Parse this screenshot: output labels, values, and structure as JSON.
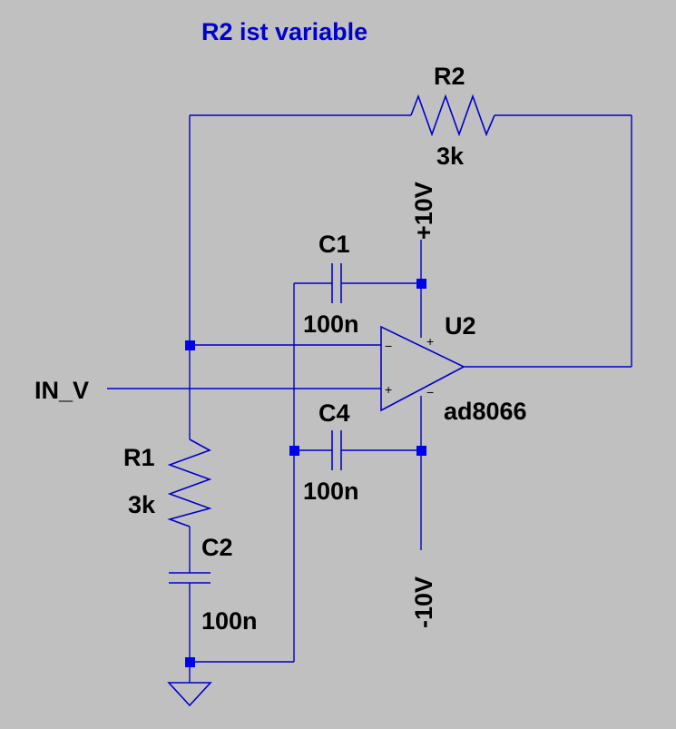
{
  "title": "R2 ist variable",
  "components": {
    "r1": {
      "name": "R1",
      "value": "3k"
    },
    "r2": {
      "name": "R2",
      "value": "3k"
    },
    "c1": {
      "name": "C1",
      "value": "100n"
    },
    "c2": {
      "name": "C2",
      "value": "100n"
    },
    "c4": {
      "name": "C4",
      "value": "100n"
    },
    "u2": {
      "name": "U2",
      "value": "ad8066",
      "pin_inv": "−",
      "pin_noninv": "+",
      "pin_vplus": "+",
      "pin_vminus": "−"
    }
  },
  "nets": {
    "input": "IN_V",
    "vpos": "+10V",
    "vneg": "-10V"
  },
  "colors": {
    "background": "#c0c0c0",
    "wire": "#0000cc",
    "junction": "#0000ee",
    "label": "#000000",
    "note": "#0000cc"
  }
}
